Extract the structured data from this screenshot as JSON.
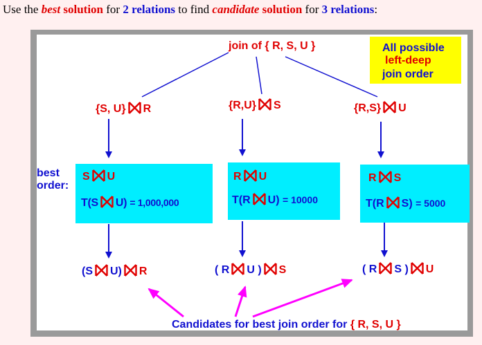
{
  "heading": {
    "p1": "Use the ",
    "best": "best",
    "p2": " solution",
    "p3": " for ",
    "two_rel": "2 relations",
    "p4": " to find ",
    "candidate": "candidate",
    "p5": " solution",
    "p6": " for ",
    "three_rel": "3 relations",
    "p7": ":"
  },
  "root": "join of { R, S, U }",
  "legend": {
    "line1": "All possible",
    "line2": "left-deep",
    "line3": "join order"
  },
  "level1": {
    "left": {
      "a": "{S, U}",
      "b": "R"
    },
    "mid": {
      "a": "{R,U}",
      "b": "S"
    },
    "right": {
      "a": "{R,S}",
      "b": "U"
    }
  },
  "best_label": {
    "line1": "best",
    "line2": "order:"
  },
  "boxes": {
    "left": {
      "a": "S",
      "b": "U",
      "cost_prefix": "T(S",
      "cost_mid": "U)",
      "cost_value": "= 1,000,000"
    },
    "mid": {
      "a": "R",
      "b": "U",
      "cost_prefix": "T(R",
      "cost_mid": "U)",
      "cost_value": "= 10000"
    },
    "right": {
      "a": "R",
      "b": "S",
      "cost_prefix": "T(R",
      "cost_mid": "S)",
      "cost_value": "= 5000"
    }
  },
  "candidates": {
    "left": {
      "a": "(S",
      "b": "U)",
      "c": "R"
    },
    "mid": {
      "a": "( R",
      "b": "U )",
      "c": "S"
    },
    "right": {
      "a": "( R",
      "b": "S )",
      "c": "U"
    }
  },
  "footer": {
    "text": "Candidates for best join order for ",
    "set": "{ R, S, U }"
  },
  "colors": {
    "red": "#e00000",
    "blue": "#1010d0",
    "cyan": "#00eeff",
    "yellow": "#ffff00",
    "magenta": "#ff00ff",
    "background": "#fff0f0",
    "frame": "#9a9a9a"
  },
  "icons": [
    "bowtie-join-icon",
    "down-arrow-icon",
    "magenta-arrow-icon"
  ]
}
